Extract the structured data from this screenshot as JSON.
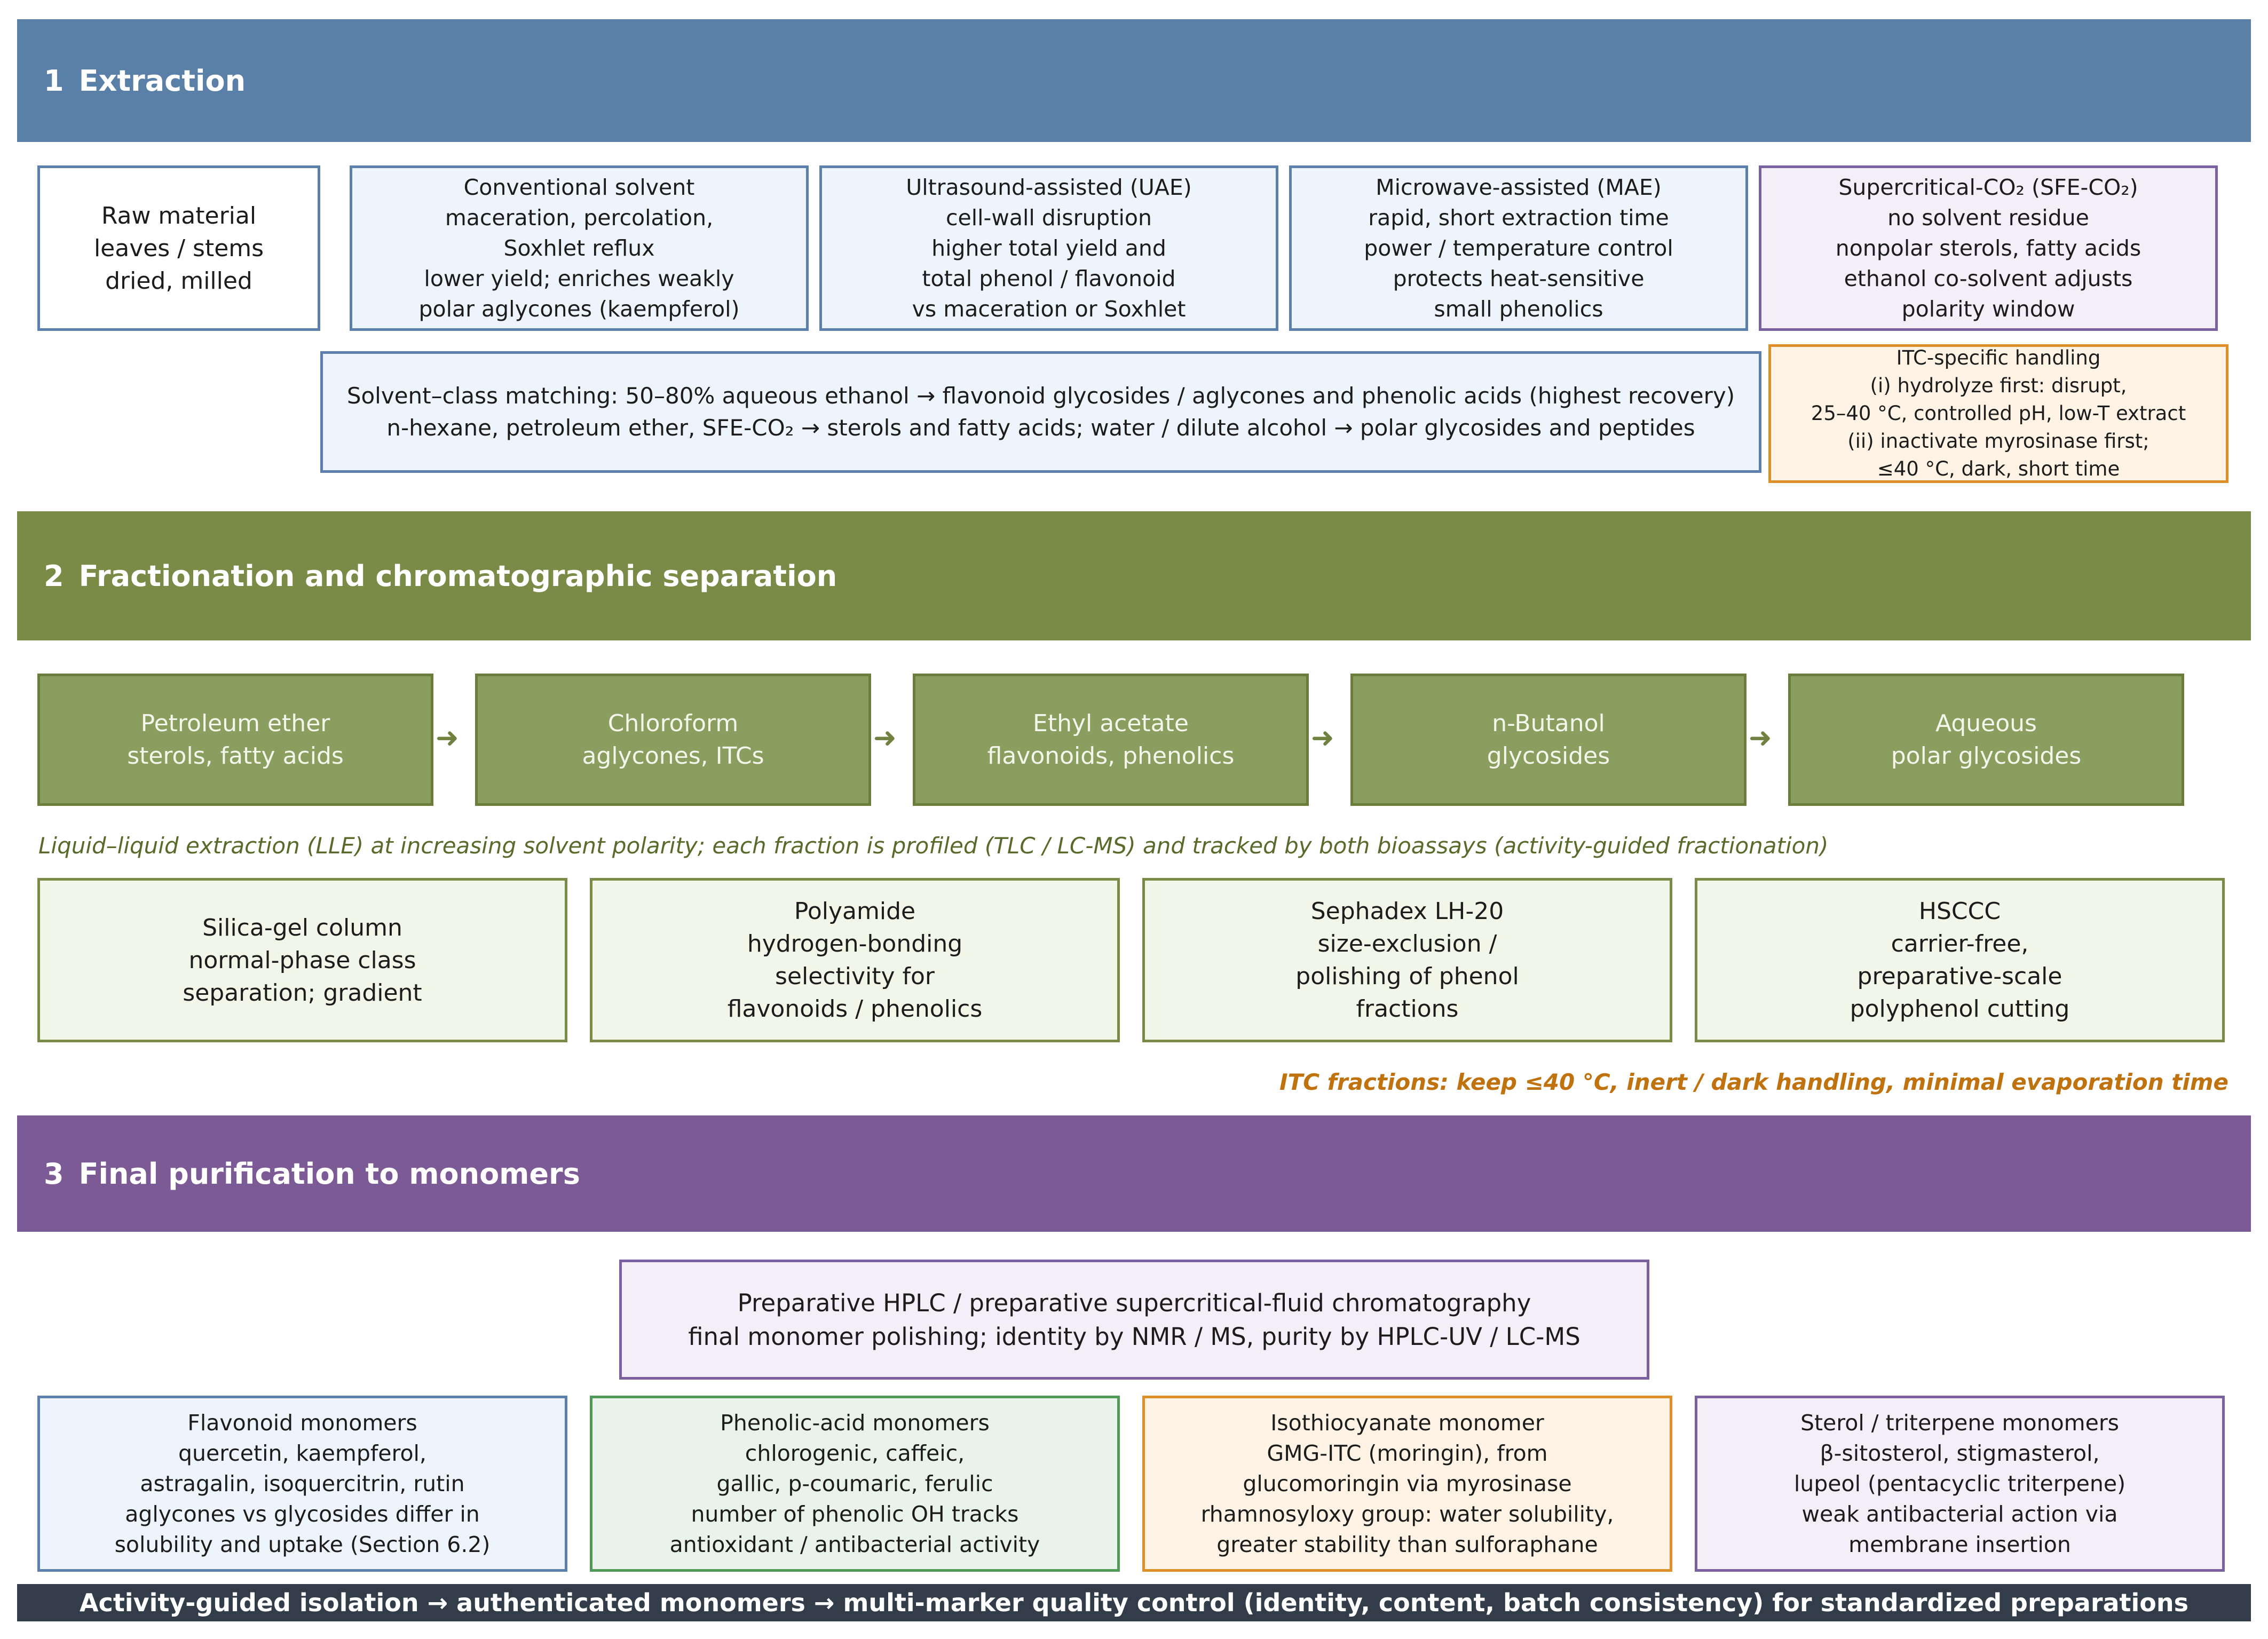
{
  "colors": {
    "extraction_band": "#5b80a8",
    "fractionation_band": "#7a8b48",
    "purification_band": "#7b5a95",
    "footer": "#333d49",
    "flow_box": "#8a9f5f",
    "itc_note": "#c0720f"
  },
  "icons": {
    "flow_arrow": "right-arrow-icon"
  },
  "extraction": {
    "number": "1",
    "title": "Extraction",
    "raw_material": [
      "Raw material",
      "leaves / stems",
      "dried, milled"
    ],
    "methods": [
      [
        "Conventional solvent",
        "maceration, percolation,",
        "Soxhlet reflux",
        "lower yield; enriches weakly",
        "polar aglycones (kaempferol)"
      ],
      [
        "Ultrasound-assisted (UAE)",
        "cell-wall disruption",
        "higher total yield and",
        "total phenol / flavonoid",
        "vs maceration or Soxhlet"
      ],
      [
        "Microwave-assisted (MAE)",
        "rapid, short extraction time",
        "power / temperature control",
        "protects heat-sensitive",
        "small phenolics"
      ],
      [
        "Supercritical-CO₂ (SFE-CO₂)",
        "no solvent residue",
        "nonpolar sterols, fatty acids",
        "ethanol co-solvent adjusts",
        "polarity window"
      ]
    ],
    "solvent_matching": [
      "Solvent–class matching:  50–80% aqueous ethanol → flavonoid glycosides / aglycones and phenolic acids (highest recovery)",
      "n-hexane, petroleum ether, SFE-CO₂ → sterols and fatty acids;   water / dilute alcohol → polar glycosides and peptides"
    ],
    "itc_handling": [
      "ITC-specific handling",
      "(i) hydrolyze first: disrupt,",
      "25–40 °C, controlled pH, low-T extract",
      "(ii) inactivate myrosinase first;",
      "≤40 °C, dark, short time"
    ]
  },
  "fractionation": {
    "number": "2",
    "title": "Fractionation and chromatographic separation",
    "lle_steps": [
      [
        "Petroleum ether",
        "sterols, fatty acids"
      ],
      [
        "Chloroform",
        "aglycones, ITCs"
      ],
      [
        "Ethyl acetate",
        "flavonoids, phenolics"
      ],
      [
        "n-Butanol",
        "glycosides"
      ],
      [
        "Aqueous",
        "polar glycosides"
      ]
    ],
    "lle_note": "Liquid–liquid extraction (LLE) at increasing solvent polarity; each fraction is profiled (TLC / LC-MS) and tracked by both bioassays (activity-guided fractionation)",
    "columns": [
      [
        "Silica-gel column",
        "normal-phase class",
        "separation; gradient"
      ],
      [
        "Polyamide",
        "hydrogen-bonding",
        "selectivity for",
        "flavonoids / phenolics"
      ],
      [
        "Sephadex LH-20",
        "size-exclusion /",
        "polishing of phenol",
        "fractions"
      ],
      [
        "HSCCC",
        "carrier-free,",
        "preparative-scale",
        "polyphenol cutting"
      ]
    ],
    "itc_note": "ITC fractions: keep ≤40 °C, inert / dark handling, minimal evaporation time"
  },
  "purification": {
    "number": "3",
    "title": "Final purification to monomers",
    "hplc": [
      "Preparative HPLC / preparative supercritical-fluid chromatography",
      "final monomer polishing; identity by NMR / MS, purity by HPLC-UV / LC-MS"
    ],
    "monomers": [
      [
        "Flavonoid monomers",
        "quercetin, kaempferol,",
        "astragalin, isoquercitrin, rutin",
        "aglycones vs glycosides differ in",
        "solubility and uptake (Section 6.2)"
      ],
      [
        "Phenolic-acid monomers",
        "chlorogenic, caffeic,",
        "gallic, p-coumaric, ferulic",
        "number of phenolic OH tracks",
        "antioxidant / antibacterial activity"
      ],
      [
        "Isothiocyanate monomer",
        "GMG-ITC (moringin), from",
        "glucomoringin via myrosinase",
        "rhamnosyloxy group: water solubility,",
        "greater stability than sulforaphane"
      ],
      [
        "Sterol / triterpene monomers",
        "β-sitosterol, stigmasterol,",
        "lupeol (pentacyclic triterpene)",
        "weak antibacterial action via",
        "membrane insertion"
      ]
    ]
  },
  "footer": "Activity-guided isolation  →  authenticated monomers  →  multi-marker quality control (identity, content, batch consistency) for standardized preparations"
}
